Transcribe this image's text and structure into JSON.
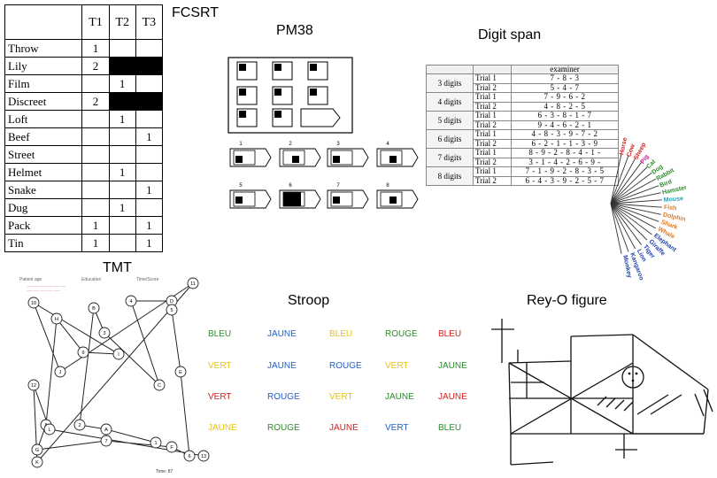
{
  "titles": {
    "fcsrt": "FCSRT",
    "pm38": "PM38",
    "digit_span": "Digit span",
    "tmt": "TMT",
    "stroop": "Stroop",
    "rey": "Rey-O figure"
  },
  "fcsrt": {
    "headers": [
      "T1",
      "T2",
      "T3"
    ],
    "rows": [
      {
        "word": "Throw",
        "t1": "1",
        "t2": "",
        "t3": ""
      },
      {
        "word": "Lily",
        "t1": "2",
        "t2": "",
        "t3": ""
      },
      {
        "word": "Film",
        "t1": "",
        "t2": "1",
        "t3": ""
      },
      {
        "word": "Discreet",
        "t1": "2",
        "t2": "",
        "t3": ""
      },
      {
        "word": "Loft",
        "t1": "",
        "t2": "1",
        "t3": ""
      },
      {
        "word": "Beef",
        "t1": "",
        "t2": "",
        "t3": "1"
      },
      {
        "word": "Street",
        "t1": "",
        "t2": "",
        "t3": ""
      },
      {
        "word": "Helmet",
        "t1": "",
        "t2": "1",
        "t3": ""
      },
      {
        "word": "Snake",
        "t1": "",
        "t2": "",
        "t3": "1"
      },
      {
        "word": "Dug",
        "t1": "",
        "t2": "1",
        "t3": ""
      },
      {
        "word": "Pack",
        "t1": "1",
        "t2": "",
        "t3": "1"
      },
      {
        "word": "Tin",
        "t1": "1",
        "t2": "",
        "t3": "1"
      }
    ]
  },
  "pm38": {
    "options": [
      "1",
      "2",
      "3",
      "4",
      "5",
      "6",
      "7",
      "8"
    ]
  },
  "digit_span": {
    "header": "examiner",
    "groups": [
      {
        "label": "3 digits",
        "trials": [
          {
            "t": "Trial 1",
            "seq": "7 - 8 - 3"
          },
          {
            "t": "Trial 2",
            "seq": "5 - 4 - 7"
          }
        ]
      },
      {
        "label": "4 digits",
        "trials": [
          {
            "t": "Trial 1",
            "seq": "7 - 9 - 6 - 2"
          },
          {
            "t": "Trial 2",
            "seq": "4 - 8 - 2 - 5"
          }
        ]
      },
      {
        "label": "5 digits",
        "trials": [
          {
            "t": "Trial 1",
            "seq": "6 - 3 - 8 - 1 - 7"
          },
          {
            "t": "Trial 2",
            "seq": "9 - 4 - 6 - 2 - 1"
          }
        ]
      },
      {
        "label": "6 digits",
        "trials": [
          {
            "t": "Trial 1",
            "seq": "4 - 8 - 3 - 9 - 7 - 2"
          },
          {
            "t": "Trial 2",
            "seq": "6 - 2 - 1 - 1 - 3 - 9"
          }
        ]
      },
      {
        "label": "7 digits",
        "trials": [
          {
            "t": "Trial 1",
            "seq": "8 - 9 - 2 - 8 - 4 - 1 -"
          },
          {
            "t": "Trial 2",
            "seq": "3 - 1 - 4 - 2 - 6 - 9 -"
          }
        ]
      },
      {
        "label": "8 digits",
        "trials": [
          {
            "t": "Trial 1",
            "seq": "7 - 1 - 9 - 2 - 8 - 3 - 5"
          },
          {
            "t": "Trial 2",
            "seq": "6 - 4 - 3 - 9 - 2 - 5 - 7"
          }
        ]
      }
    ]
  },
  "fluency": {
    "words": [
      {
        "w": "Horse",
        "c": "#cc2222"
      },
      {
        "w": "Cow",
        "c": "#cc2222"
      },
      {
        "w": "Sheep",
        "c": "#cc2222"
      },
      {
        "w": "Pig",
        "c": "#c0208a"
      },
      {
        "w": "Cat",
        "c": "#2e8b2e"
      },
      {
        "w": "Dog",
        "c": "#2e8b2e"
      },
      {
        "w": "Rabbit",
        "c": "#2e8b2e"
      },
      {
        "w": "Bird",
        "c": "#2e8b2e"
      },
      {
        "w": "Hamster",
        "c": "#2e8b2e"
      },
      {
        "w": "Mouse",
        "c": "#2aa0b0"
      },
      {
        "w": "Fish",
        "c": "#e8781a"
      },
      {
        "w": "Dolphin",
        "c": "#e8781a"
      },
      {
        "w": "Shark",
        "c": "#e8781a"
      },
      {
        "w": "Whale",
        "c": "#e8781a"
      },
      {
        "w": "Elephant",
        "c": "#2244aa"
      },
      {
        "w": "Giraffe",
        "c": "#2244aa"
      },
      {
        "w": "Tiger",
        "c": "#2244aa"
      },
      {
        "w": "Lion",
        "c": "#2244aa"
      },
      {
        "w": "Kangaroo",
        "c": "#2244aa"
      },
      {
        "w": "Monkey",
        "c": "#2244aa"
      }
    ]
  },
  "tmt": {
    "header_labels": [
      "Patient age",
      "Education",
      "Time/Score"
    ],
    "nodes": [
      "1",
      "A",
      "2",
      "B",
      "3",
      "C",
      "4",
      "D",
      "5",
      "E",
      "6",
      "F",
      "7",
      "G",
      "8",
      "H",
      "9",
      "I",
      "10",
      "J",
      "11",
      "K",
      "12",
      "L",
      "13"
    ],
    "footer": "Time: 87"
  },
  "stroop": {
    "rows": [
      [
        {
          "w": "BLEU",
          "c": "#2e8b2e"
        },
        {
          "w": "JAUNE",
          "c": "#1f5fcf"
        },
        {
          "w": "BLEU",
          "c": "#e8c21a"
        },
        {
          "w": "ROUGE",
          "c": "#2e8b2e"
        },
        {
          "w": "BLEU",
          "c": "#d11f1f"
        }
      ],
      [
        {
          "w": "VERT",
          "c": "#e8c21a"
        },
        {
          "w": "JAUNE",
          "c": "#1f5fcf"
        },
        {
          "w": "ROUGE",
          "c": "#1f5fcf"
        },
        {
          "w": "VERT",
          "c": "#e8c21a"
        },
        {
          "w": "JAUNE",
          "c": "#2e8b2e"
        }
      ],
      [
        {
          "w": "VERT",
          "c": "#d11f1f"
        },
        {
          "w": "ROUGE",
          "c": "#1f5fcf"
        },
        {
          "w": "VERT",
          "c": "#e8c21a"
        },
        {
          "w": "JAUNE",
          "c": "#2e8b2e"
        },
        {
          "w": "JAUNE",
          "c": "#d11f1f"
        }
      ],
      [
        {
          "w": "JAUNE",
          "c": "#e8c21a"
        },
        {
          "w": "ROUGE",
          "c": "#2e8b2e"
        },
        {
          "w": "JAUNE",
          "c": "#d11f1f"
        },
        {
          "w": "VERT",
          "c": "#1f5fcf"
        },
        {
          "w": "BLEU",
          "c": "#2e8b2e"
        }
      ]
    ]
  }
}
